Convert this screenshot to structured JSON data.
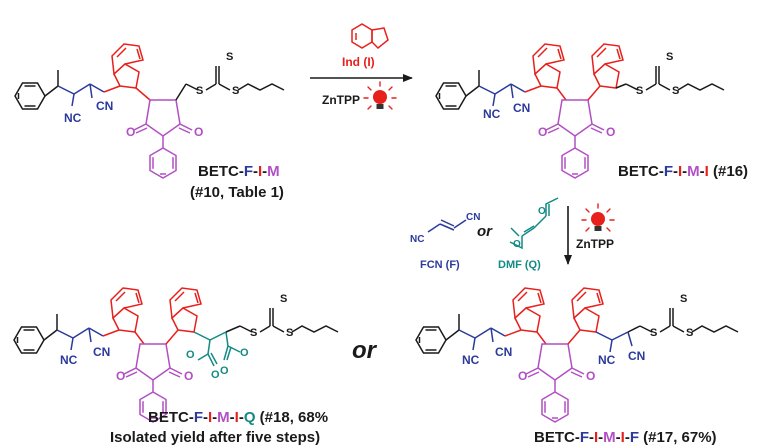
{
  "colors": {
    "black": "#1a1a1a",
    "red": "#e8201c",
    "magenta": "#b24fc4",
    "blue": "#2b3a9b",
    "teal": "#138a84",
    "lamp_red": "#e8201c"
  },
  "icons": [
    "red-lamp-icon"
  ],
  "molecule_text": {
    "nitrile": "NC",
    "nitrile2": "CN",
    "oxygen": "O",
    "nitrogen": "N",
    "sulfur": "S"
  },
  "reaction1": {
    "reagent": "Ind (I)",
    "catalyst": "ZnTPP"
  },
  "start": {
    "prefix": "BETC-",
    "f": "F",
    "dash1": "-",
    "i": "I",
    "dash2": "-",
    "m": "M",
    "ref": "(#10, Table 1)"
  },
  "product16": {
    "prefix": "BETC-",
    "f": "F",
    "d1": "-",
    "i": "I",
    "d2": "-",
    "m": "M",
    "d3": "-",
    "i2": "I",
    "ref": " (#16)"
  },
  "reaction2": {
    "catalyst": "ZnTPP",
    "or": "or",
    "fcn": "FCN (F)",
    "dmf": "DMF (Q)"
  },
  "product18": {
    "prefix": "BETC-",
    "f": "F",
    "d1": "-",
    "i": "I",
    "d2": "-",
    "m": "M",
    "d3": "-",
    "i2": "I",
    "d4": "-",
    "q": "Q",
    "ref": " (#18, 68%",
    "line2": "Isolated yield after five steps)"
  },
  "middle_or": "or",
  "product17": {
    "prefix": "BETC-",
    "f": "F",
    "d1": "-",
    "i": "I",
    "d2": "-",
    "m": "M",
    "d3": "-",
    "i2": "I",
    "d4": "-",
    "f2": "F",
    "ref": " (#17, 67%)"
  }
}
